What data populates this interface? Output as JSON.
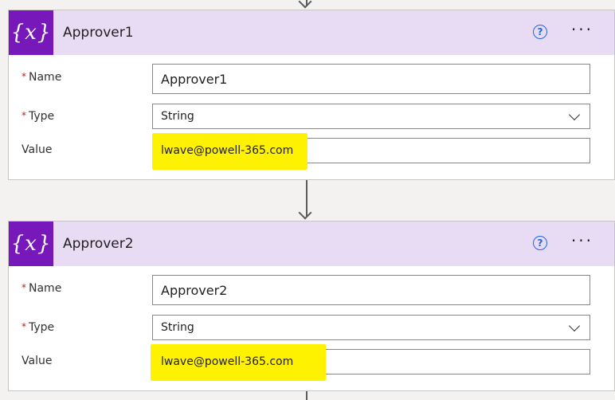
{
  "steps": [
    {
      "icon": "{x}",
      "title": "Approver1",
      "help": "?",
      "more": "···",
      "name_label": "Name",
      "name_value": "Approver1",
      "type_label": "Type",
      "type_value": "String",
      "value_label": "Value",
      "value_value": "lwave@powell-365.com"
    },
    {
      "icon": "{x}",
      "title": "Approver2",
      "help": "?",
      "more": "···",
      "name_label": "Name",
      "name_value": "Approver2",
      "type_label": "Type",
      "type_value": "String",
      "value_label": "Value",
      "value_value": "lwave@powell-365.com"
    }
  ],
  "required_marker": "*",
  "colors": {
    "icon_bg": "#7719ba",
    "header_bg": "#e8dcf5",
    "highlight": "#fff200",
    "help": "#2266e3"
  },
  "icons": [
    "variable-icon",
    "help-icon",
    "more-options-icon",
    "chevron-down-icon",
    "arrow-down-icon"
  ]
}
